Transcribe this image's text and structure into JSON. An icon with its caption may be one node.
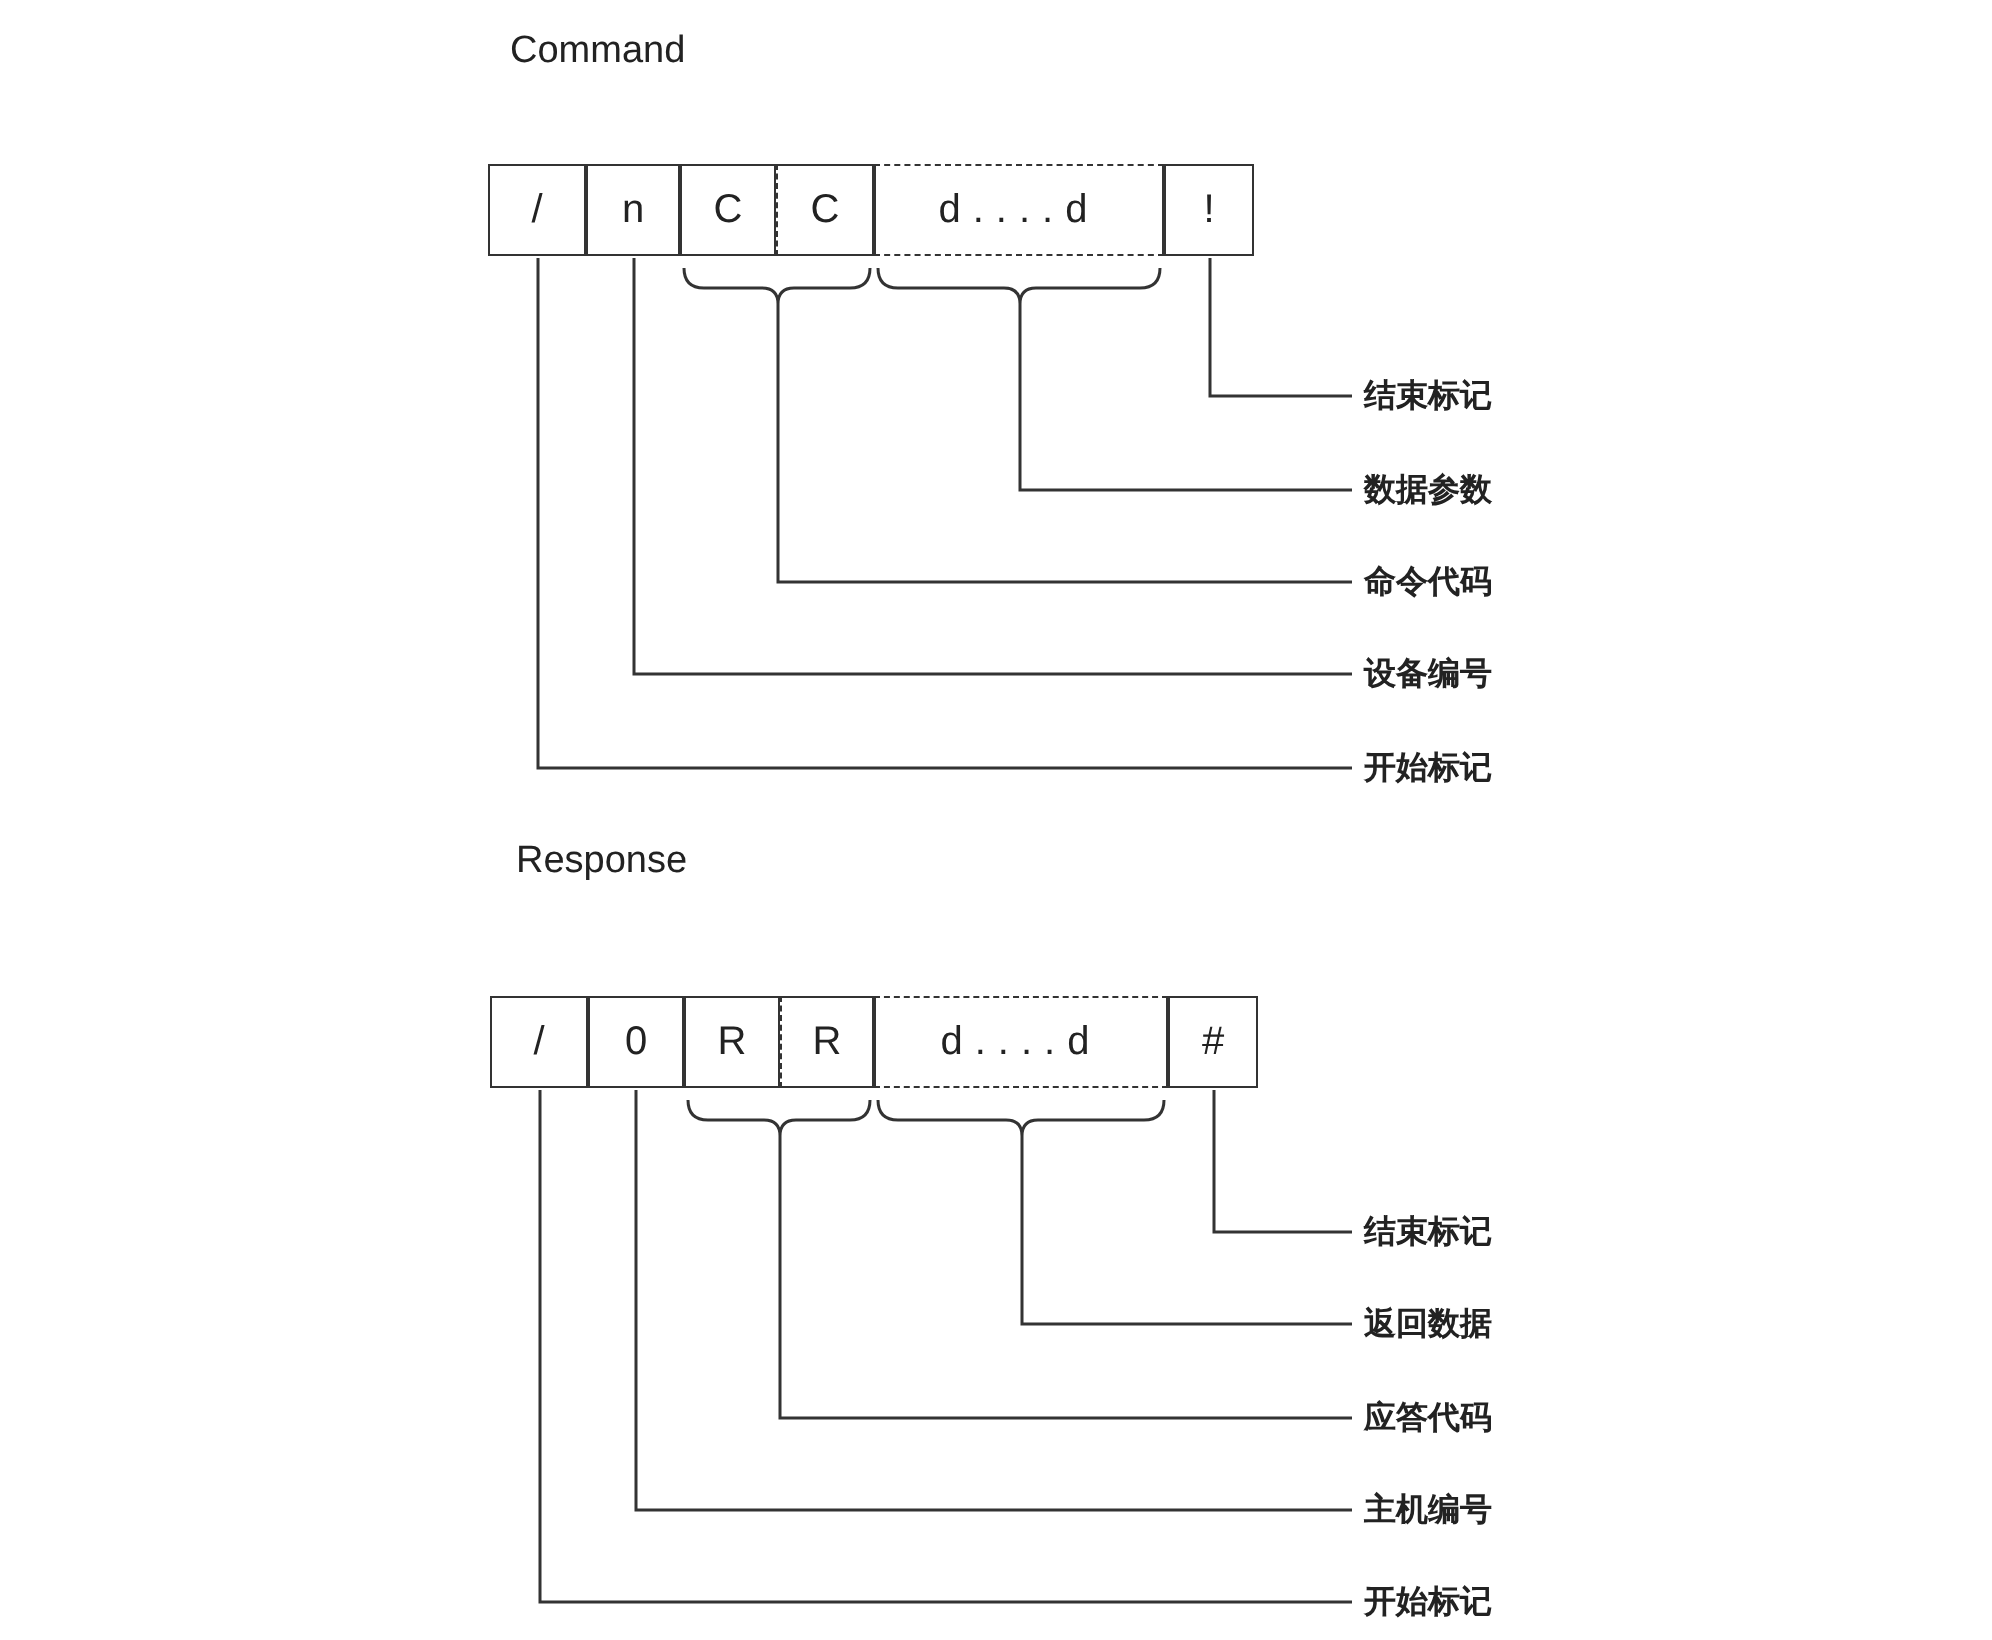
{
  "diagram": {
    "nodes": [
      {
        "text": [
          "/"
        ]
      },
      {
        "text": [
          "n"
        ]
      },
      {
        "text": [
          "C"
        ]
      },
      {
        "text": [
          "C"
        ]
      },
      {
        "text": [
          "d....d"
        ]
      },
      {
        "text": [
          "!"
        ]
      },
      {
        "text": [
          "结束标记"
        ]
      },
      {
        "text": [
          "数据参数"
        ]
      },
      {
        "text": [
          "命令代码"
        ]
      },
      {
        "text": [
          "设备编号"
        ]
      },
      {
        "text": [
          "开始标记"
        ]
      },
      {
        "text": [
          "/"
        ]
      },
      {
        "text": [
          "0"
        ]
      },
      {
        "text": [
          "R"
        ]
      },
      {
        "text": [
          "R"
        ]
      },
      {
        "text": [
          "d....d"
        ]
      },
      {
        "text": [
          "#"
        ]
      },
      {
        "text": [
          "结束标记"
        ]
      },
      {
        "text": [
          "返回数据"
        ]
      },
      {
        "text": [
          "应答代码"
        ]
      },
      {
        "text": [
          "主机编号"
        ]
      },
      {
        "text": [
          "开始标记"
        ]
      }
    ],
    "edges": [
      {
        "from": 6,
        "to": 5,
        "arrow": "none"
      },
      {
        "from": 7,
        "to": 4,
        "arrow": "none"
      },
      {
        "from": 8,
        "to": 2,
        "arrow": "none"
      },
      {
        "from": 8,
        "to": 3,
        "arrow": "none"
      },
      {
        "from": 9,
        "to": 1,
        "arrow": "none"
      },
      {
        "from": 10,
        "to": 0,
        "arrow": "none"
      },
      {
        "from": 17,
        "to": 16,
        "arrow": "none"
      },
      {
        "from": 18,
        "to": 15,
        "arrow": "none"
      },
      {
        "from": 19,
        "to": 13,
        "arrow": "none"
      },
      {
        "from": 19,
        "to": 14,
        "arrow": "none"
      },
      {
        "from": 20,
        "to": 12,
        "arrow": "none"
      },
      {
        "from": 21,
        "to": 11,
        "arrow": "none"
      }
    ],
    "labels": [
      "Command",
      "Response"
    ]
  }
}
